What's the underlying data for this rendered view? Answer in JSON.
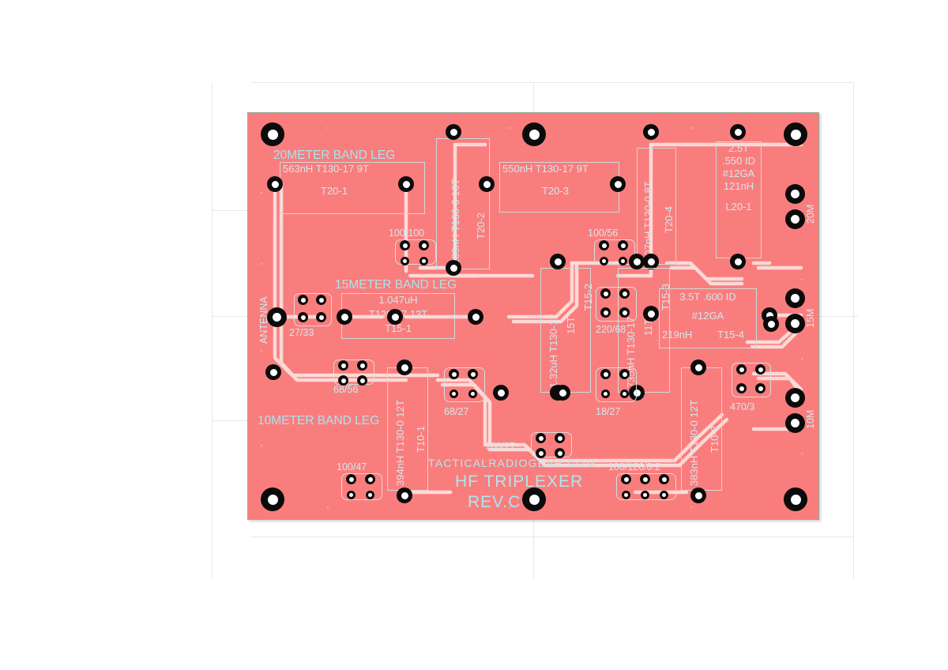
{
  "board": {
    "title": "HF TRIPLEXER",
    "revision": "REV.C",
    "brand": "TACTICALRADIOGEAR.COM",
    "substrate_color": "#fa7d7c",
    "silkscreen_color": "#a8e4ee",
    "copper_color": "#fdd9d6",
    "edge_color": "#8fae9c"
  },
  "connectors": {
    "antenna": "ANTENNA",
    "port_20m": "20M",
    "port_15m": "15M",
    "port_10m": "10M"
  },
  "sections": {
    "leg_20m": "20METER BAND LEG",
    "leg_15m": "15METER BAND LEG",
    "leg_10m": "10METER BAND LEG"
  },
  "inductors": [
    {
      "ref": "T20-1",
      "value": "563nH",
      "core": "T130-17",
      "turns": "9T",
      "label": "563nH T130-17  9T"
    },
    {
      "ref": "T20-2",
      "value": "289nH",
      "core": "T130-0",
      "turns": "10T",
      "label": "289nH  T130-0  10T"
    },
    {
      "ref": "T20-3",
      "value": "550nH",
      "core": "T130-17",
      "turns": "9T",
      "label": "550nH T130-17  9T"
    },
    {
      "ref": "T20-4",
      "value": "207nH",
      "core": "T130-0",
      "turns": "8T",
      "label": "207nH  T130-0  8T"
    },
    {
      "ref": "L20-1",
      "turns": "2.5T",
      "id": ".550 ID",
      "wire": "#12GA",
      "value": "121nH"
    },
    {
      "ref": "T15-1",
      "value": "1.047uH",
      "core": "T130-17",
      "turns": "13T"
    },
    {
      "ref": "T15-2",
      "value": "1.32uH",
      "core": "T130-17",
      "turns": "15T",
      "label": "1.32uH  T130-17  15T"
    },
    {
      "ref": "T15-3",
      "value": "735nH",
      "core": "T130-17",
      "turns": "11T",
      "label": "735nH  T130-17  11T"
    },
    {
      "ref": "T15-4",
      "turns": "3.5T",
      "id": ".600 ID",
      "wire": "#12GA",
      "value": "219nH"
    },
    {
      "ref": "T10-1",
      "value": "394nH",
      "core": "T130-0",
      "turns": "12T",
      "label": "394nH  T130-0  12T"
    },
    {
      "ref": "T10-2",
      "value": "383nH",
      "core": "T130-0",
      "turns": "12T",
      "label": "383nH  T130-0  12T"
    }
  ],
  "capacitor_banks": [
    {
      "id": "c-27-33",
      "label": "27/33"
    },
    {
      "id": "c-100-100",
      "label": "100/100"
    },
    {
      "id": "c-100-56",
      "label": "100/56"
    },
    {
      "id": "c-68-56",
      "label": "68/56"
    },
    {
      "id": "c-68-27",
      "label": "68/27"
    },
    {
      "id": "c-220-68",
      "label": "220/68"
    },
    {
      "id": "c-18-27",
      "label": "18/27"
    },
    {
      "id": "c-470-3",
      "label": "470/3"
    },
    {
      "id": "c-100-27",
      "label": "100/27"
    },
    {
      "id": "c-100-47",
      "label": "100/47"
    },
    {
      "id": "c-180-120-82",
      "label": "180/120/8.2"
    }
  ],
  "inductor_boxes": {
    "t20_1_line1": "563nH T130-17  9T",
    "t20_1_line2": "T20-1",
    "t20_3_line1": "550nH T130-17  9T",
    "t20_3_line2": "T20-3",
    "t20_2_line1": "289nH  T130-0  10T",
    "t20_2_line2": "T20-2",
    "t20_4_line1": "207nH  T130-0  8T",
    "t20_4_line2": "T20-4",
    "l20_1_l1": "2.5T",
    "l20_1_l2": ".550 ID",
    "l20_1_l3": "#12GA",
    "l20_1_l4": "121nH",
    "l20_1_l5": "L20-1",
    "t15_1_l1": "1.047uH",
    "t15_1_l2": "T130-17    13T",
    "t15_1_l3": "T15-1",
    "t15_2_line1": "1.32uH  T130-17",
    "t15_2_line2": "15T",
    "t15_2_ref": "T15-2",
    "t15_3_line1": "735nH   T130-17",
    "t15_3_line2": "11T",
    "t15_3_ref": "T15-3",
    "t15_4_l1": "3.5T   .600 ID",
    "t15_4_l2": "#12GA",
    "t15_4_l3": "219nH",
    "t15_4_l4": "T15-4",
    "t10_1_line1": "394nH  T130-0  12T",
    "t10_1_line2": "T10-1",
    "t10_2_line1": "383nH  T130-0  12T",
    "t10_2_line2": "T10-2"
  }
}
